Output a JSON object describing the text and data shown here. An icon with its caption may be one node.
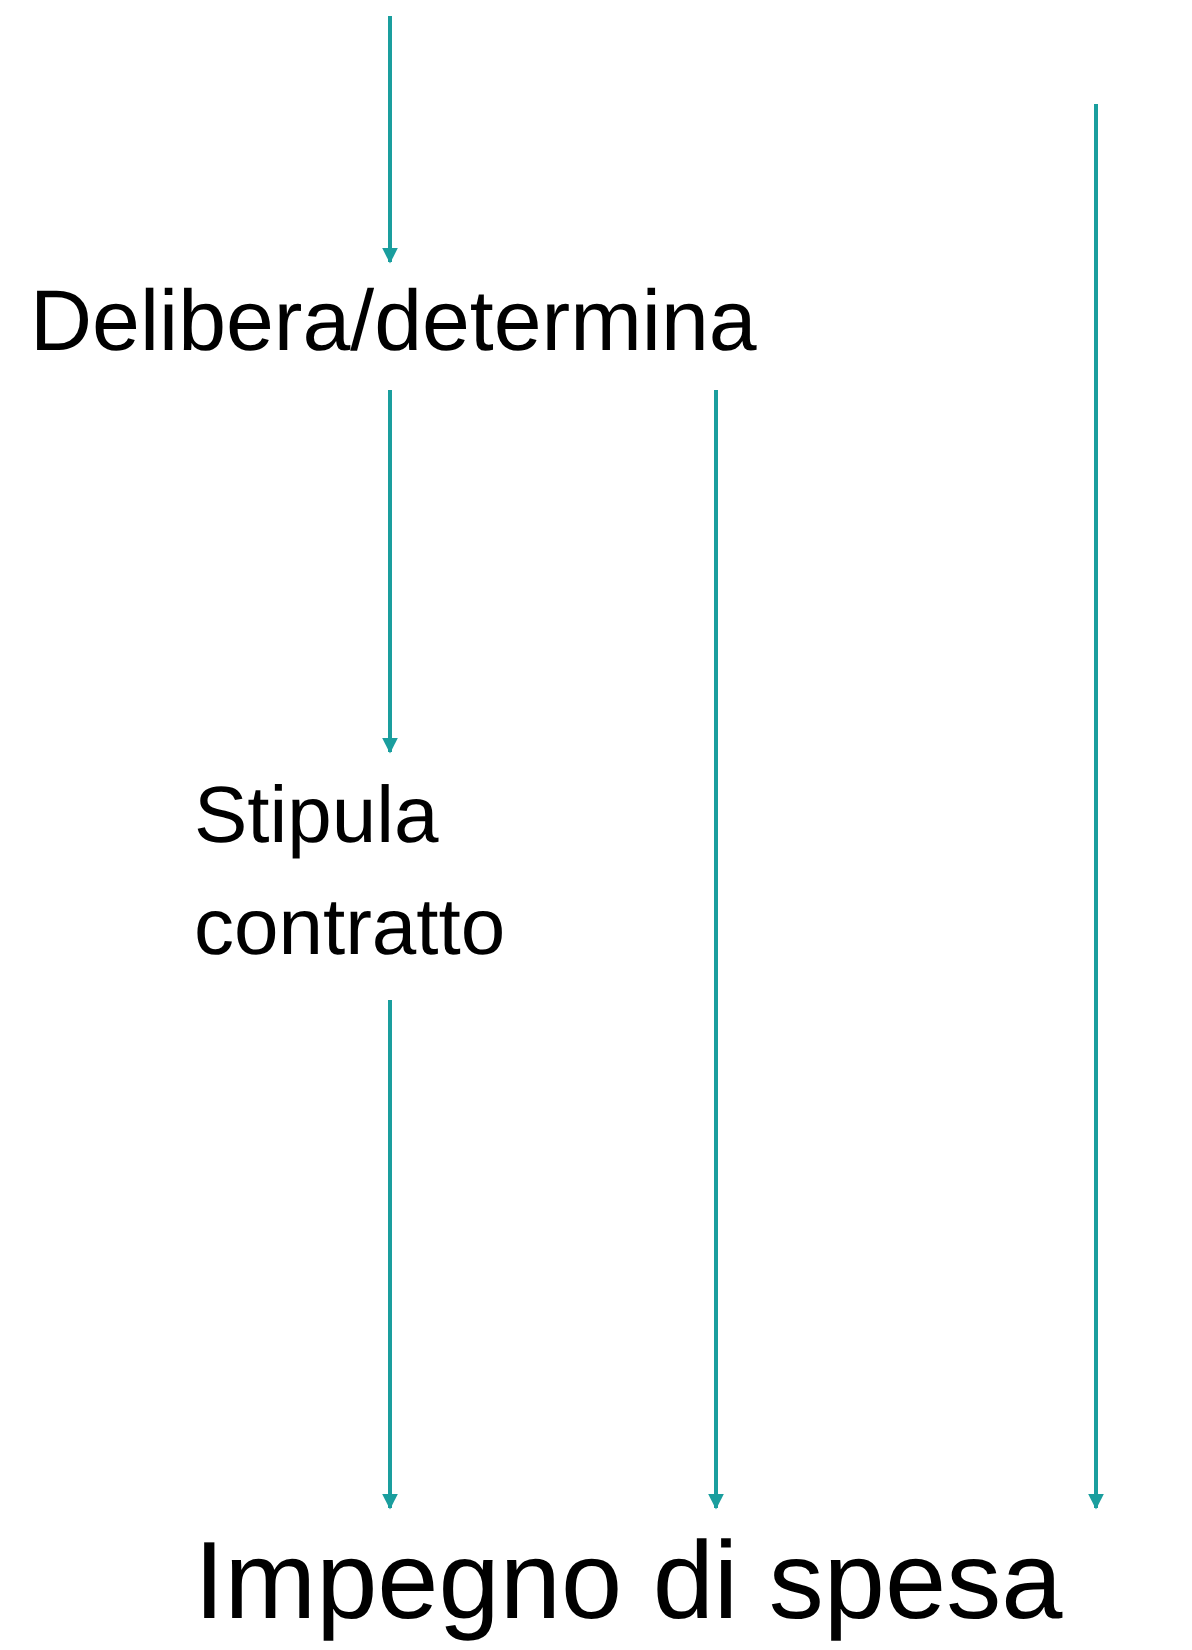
{
  "diagram": {
    "nodes": [
      {
        "text": [
          "Delibera/determina"
        ]
      },
      {
        "text": [
          "Stipula contratto"
        ]
      },
      {
        "text": [
          "Impegno di spesa"
        ]
      }
    ],
    "edges": [
      {
        "from": null,
        "to": 0,
        "arrow": "to"
      },
      {
        "from": 0,
        "to": 1,
        "arrow": "to"
      },
      {
        "from": 1,
        "to": 2,
        "arrow": "to"
      },
      {
        "from": 0,
        "to": 2,
        "arrow": "to"
      },
      {
        "from": null,
        "to": 2,
        "arrow": "to"
      }
    ]
  }
}
